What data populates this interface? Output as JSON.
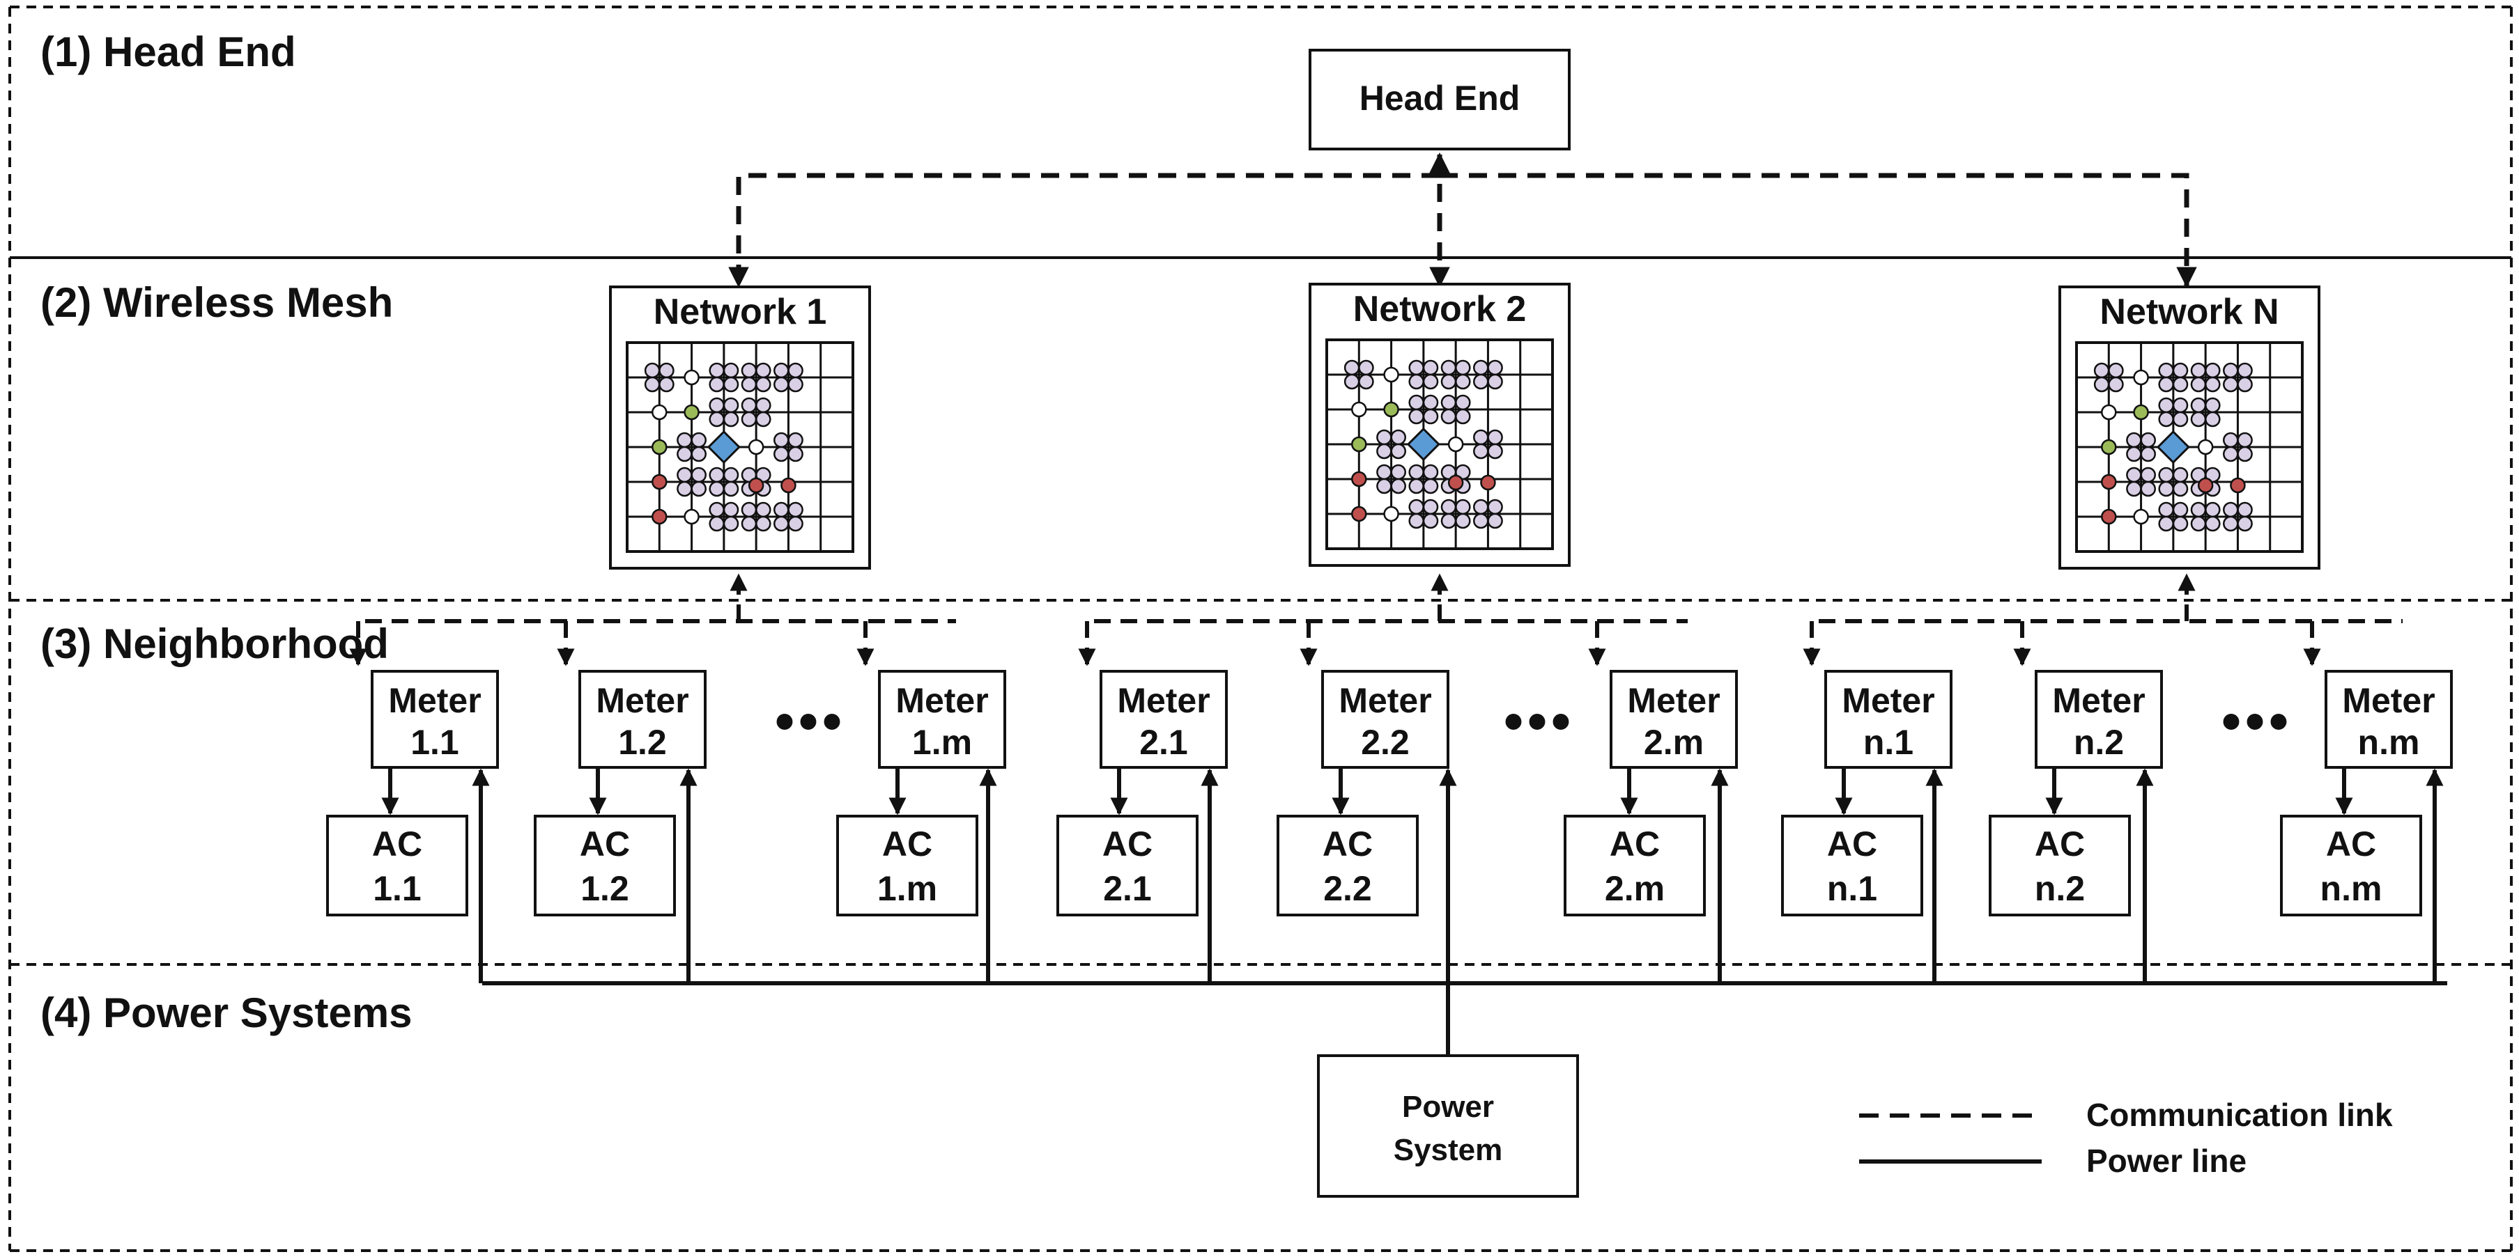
{
  "layers": [
    {
      "id": "head-end",
      "label": "(1) Head End"
    },
    {
      "id": "wireless-mesh",
      "label": "(2) Wireless Mesh"
    },
    {
      "id": "neighborhood",
      "label": "(3) Neighborhood"
    },
    {
      "id": "power-systems",
      "label": "(4) Power Systems"
    }
  ],
  "head_end": {
    "label": "Head End"
  },
  "networks": [
    {
      "label": "Network 1"
    },
    {
      "label": "Network 2"
    },
    {
      "label": "Network N"
    }
  ],
  "meter_label": "Meter",
  "ac_label": "AC",
  "groups": [
    {
      "ids": [
        "1.1",
        "1.2",
        "1.m"
      ]
    },
    {
      "ids": [
        "2.1",
        "2.2",
        "2.m"
      ]
    },
    {
      "ids": [
        "n.1",
        "n.2",
        "n.m"
      ]
    }
  ],
  "ellipsis": "•••",
  "power_system": {
    "line1": "Power",
    "line2": "System"
  },
  "legend": [
    {
      "style": "dashed",
      "label": "Communication link"
    },
    {
      "style": "solid",
      "label": "Power line"
    }
  ],
  "colors": {
    "line": "#111111",
    "mesh_node": "#d9d0e6",
    "gateway_node": "#5b9bd5",
    "green_node": "#9bbb59",
    "red_node": "#c0504d"
  }
}
